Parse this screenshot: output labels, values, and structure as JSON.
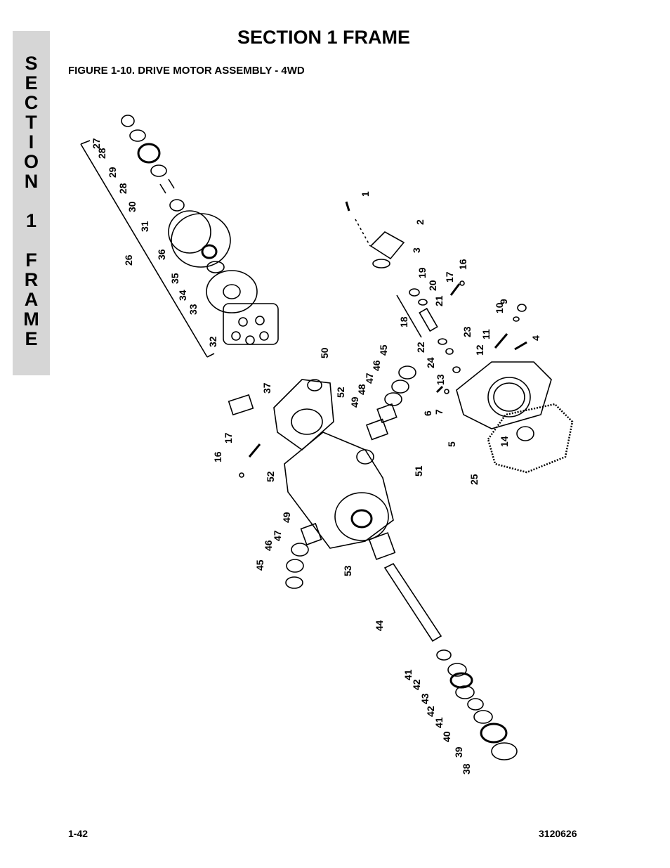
{
  "side_tab": {
    "letters": [
      "S",
      "E",
      "C",
      "T",
      "I",
      "O",
      "N",
      "",
      "1",
      "",
      "F",
      "R",
      "A",
      "M",
      "E"
    ]
  },
  "header": {
    "section_title": "SECTION 1  FRAME",
    "figure_title": "FIGURE 1-10.  DRIVE MOTOR ASSEMBLY - 4WD"
  },
  "footer": {
    "page_number": "1-42",
    "document_number": "3120626"
  },
  "callouts": [
    "27",
    "28",
    "29",
    "28",
    "30",
    "31",
    "26",
    "36",
    "35",
    "34",
    "33",
    "32",
    "1",
    "2",
    "3",
    "19",
    "20",
    "16",
    "17",
    "21",
    "18",
    "9",
    "10",
    "11",
    "4",
    "23",
    "22",
    "12",
    "24",
    "13",
    "6",
    "7",
    "5",
    "14",
    "25",
    "45",
    "46",
    "47",
    "48",
    "50",
    "37",
    "49",
    "52",
    "17",
    "16",
    "52",
    "51",
    "49",
    "47",
    "46",
    "45",
    "53",
    "44",
    "41",
    "42",
    "43",
    "42",
    "41",
    "40",
    "39",
    "38"
  ]
}
